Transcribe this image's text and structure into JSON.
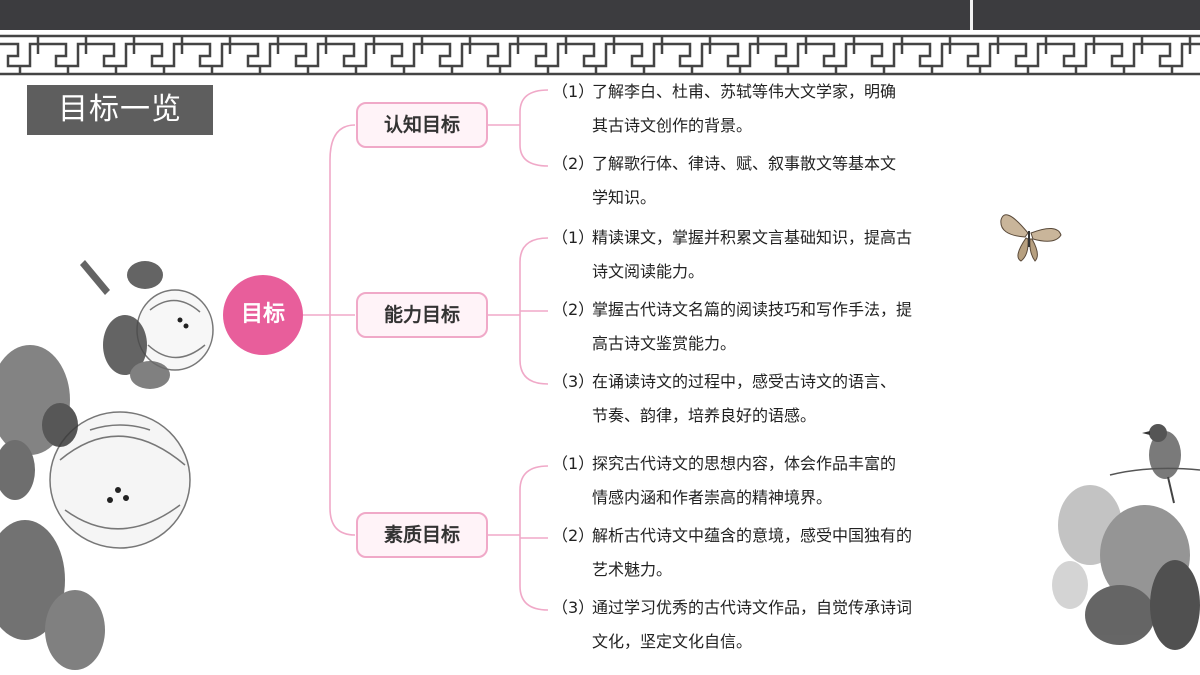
{
  "header": {
    "title": "目标一览"
  },
  "mindmap": {
    "root": "目标",
    "branches": [
      {
        "label": "认知目标",
        "items": [
          {
            "num": "（1）",
            "line1": "了解李白、杜甫、苏轼等伟大文学家，明确",
            "line2": "其古诗文创作的背景。"
          },
          {
            "num": "（2）",
            "line1": "了解歌行体、律诗、赋、叙事散文等基本文",
            "line2": "学知识。"
          }
        ]
      },
      {
        "label": "能力目标",
        "items": [
          {
            "num": "（1）",
            "line1": "精读课文，掌握并积累文言基础知识，提高古",
            "line2": "诗文阅读能力。"
          },
          {
            "num": "（2）",
            "line1": "掌握古代诗文名篇的阅读技巧和写作手法，提",
            "line2": "高古诗文鉴赏能力。"
          },
          {
            "num": "（3）",
            "line1": "在诵读诗文的过程中，感受古诗文的语言、",
            "line2": "节奏、韵律，培养良好的语感。"
          }
        ]
      },
      {
        "label": "素质目标",
        "items": [
          {
            "num": "（1）",
            "line1": "探究古代诗文的思想内容，体会作品丰富的",
            "line2": "情感内涵和作者崇高的精神境界。"
          },
          {
            "num": "（2）",
            "line1": "解析古代诗文中蕴含的意境，感受中国独有的",
            "line2": "艺术魅力。"
          },
          {
            "num": "（3）",
            "line1": "通过学习优秀的古代诗文作品，自觉传承诗词",
            "line2": "文化，坚定文化自信。"
          }
        ]
      }
    ]
  },
  "colors": {
    "accent": "#e85e9b",
    "branch_border": "#f0a9c8",
    "title_bg": "#5e5e5e",
    "bar": "#3c3c3f"
  },
  "decorations": [
    "lattice-border",
    "ink-flower-left",
    "ink-flower-right",
    "butterfly",
    "bird"
  ]
}
